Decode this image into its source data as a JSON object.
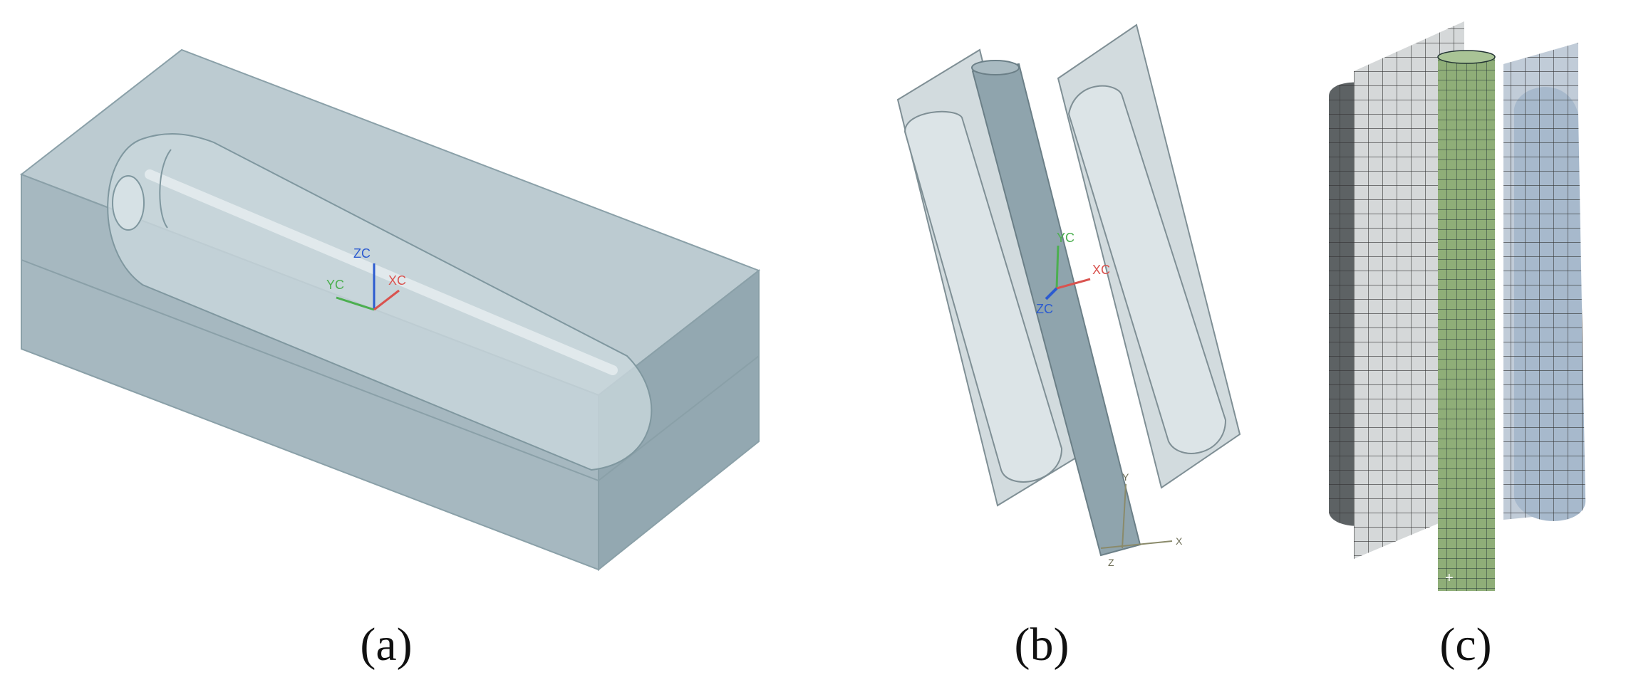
{
  "captions": {
    "a": "(a)",
    "b": "(b)",
    "c": "(c)"
  },
  "axis_labels": {
    "a": {
      "x": "XC",
      "y": "YC",
      "z": "ZC"
    },
    "b": {
      "x": "XC",
      "y": "YC",
      "z": "ZC",
      "world_x": "X",
      "world_y": "Y",
      "world_z": "Z"
    }
  },
  "colors": {
    "block_fill": "#a9bcc4",
    "block_edge": "#7f979f",
    "pipe_fill": "#8fa4ad",
    "mesh_green": "#8fae78",
    "mesh_blue": "#a7b9cc",
    "axis_x": "#d9534f",
    "axis_y": "#4caf50",
    "axis_z": "#2c5bd0"
  }
}
